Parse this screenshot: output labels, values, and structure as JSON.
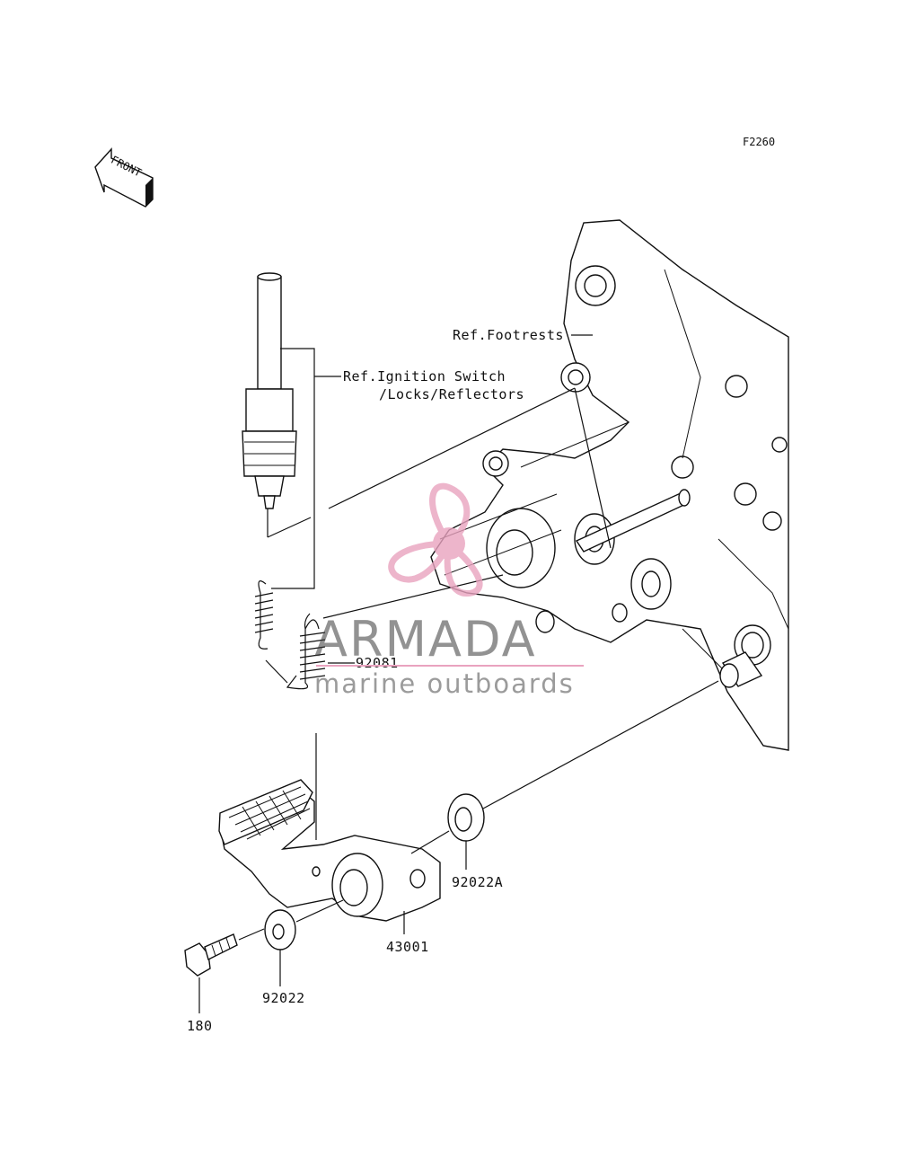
{
  "diagram": {
    "code": "F2260",
    "front_label": "FRONT",
    "labels": {
      "ref_footrests": "Ref.Footrests",
      "ref_ignition_line1": "Ref.Ignition Switch",
      "ref_ignition_line2": "/Locks/Reflectors",
      "part_92081": "92081",
      "part_92022A": "92022A",
      "part_43001": "43001",
      "part_92022": "92022",
      "part_180": "180"
    }
  },
  "watermark": {
    "brand": "ARMADA",
    "tagline": "marine outboards",
    "accent_color": "#e9a3bf"
  }
}
